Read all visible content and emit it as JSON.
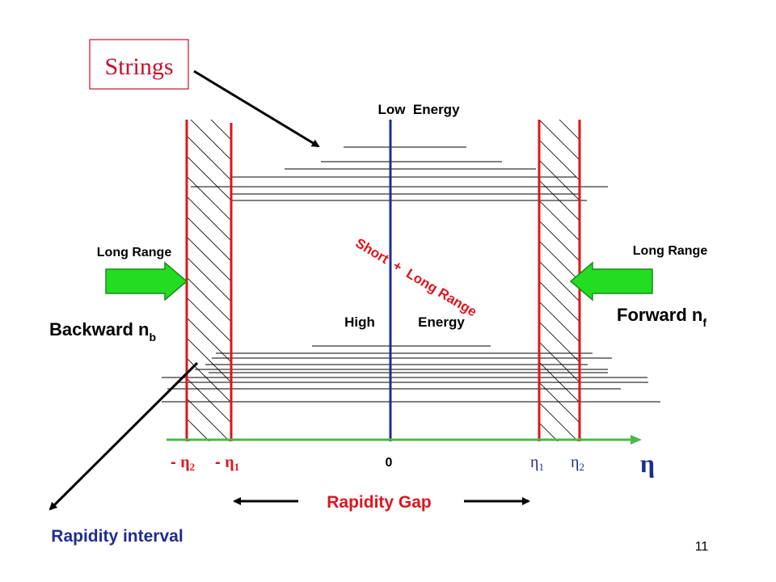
{
  "title_box": {
    "label": "Strings"
  },
  "labels": {
    "low_energy": "Low  Energy",
    "high": "High",
    "energy": "Energy",
    "short_long_range": "Short  +  Long Range",
    "long_range_left": "Long Range",
    "long_range_right": "Long Range",
    "backward": "Backward n",
    "backward_sub": "b",
    "forward": "Forward n",
    "forward_sub": "f",
    "rapidity_gap": "Rapidity Gap",
    "rapidity_interval": "Rapidity interval",
    "page_number": "11"
  },
  "axis": {
    "symbol": "η",
    "ticks": [
      {
        "prefix": "- ",
        "symbol": "η",
        "sub": "2"
      },
      {
        "prefix": "- ",
        "symbol": "η",
        "sub": "1"
      },
      {
        "prefix": "",
        "symbol": "0",
        "sub": ""
      },
      {
        "prefix": "",
        "symbol": "η",
        "sub": "1"
      },
      {
        "prefix": "",
        "symbol": "η",
        "sub": "2"
      }
    ]
  },
  "colors": {
    "axis_green": "#4db848",
    "window_red": "#e0141e",
    "center_blue": "#1f2d8f",
    "label_red": "#e0141e",
    "label_blue": "#1f2d8f",
    "arrow_green": "#22dd22",
    "title_red": "#c8102e"
  }
}
